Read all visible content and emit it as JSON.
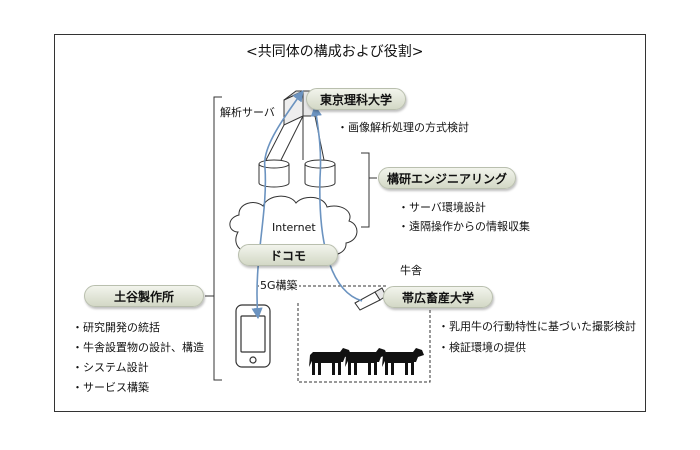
{
  "title": "<共同体の構成および役割>",
  "labels": {
    "server": "解析サーバ",
    "internet": "Internet",
    "barn": "牛舎",
    "fiveg": "5G構築"
  },
  "nodes": {
    "tus": "東京理科大学",
    "kozo": "構研エンジニアリング",
    "docomo": "ドコモ",
    "tsuchiya": "土谷製作所",
    "obihiro": "帯広畜産大学"
  },
  "roles": {
    "tus": [
      "・画像解析処理の方式検討"
    ],
    "kozo": [
      "・サーバ環境設計",
      "・遠隔操作からの情報収集"
    ],
    "tsuchiya": [
      "・研究開発の統括",
      "・牛舎設置物の設計、構造",
      "・システム設計",
      "・サービス構築"
    ],
    "obihiro": [
      "・乳用牛の行動特性に基づいた撮影検討",
      "・検証環境の提供"
    ]
  },
  "colors": {
    "arrow": "#6b93c0",
    "pill_top": "#f2f4ec",
    "pill_bottom": "#d3d8c6"
  }
}
